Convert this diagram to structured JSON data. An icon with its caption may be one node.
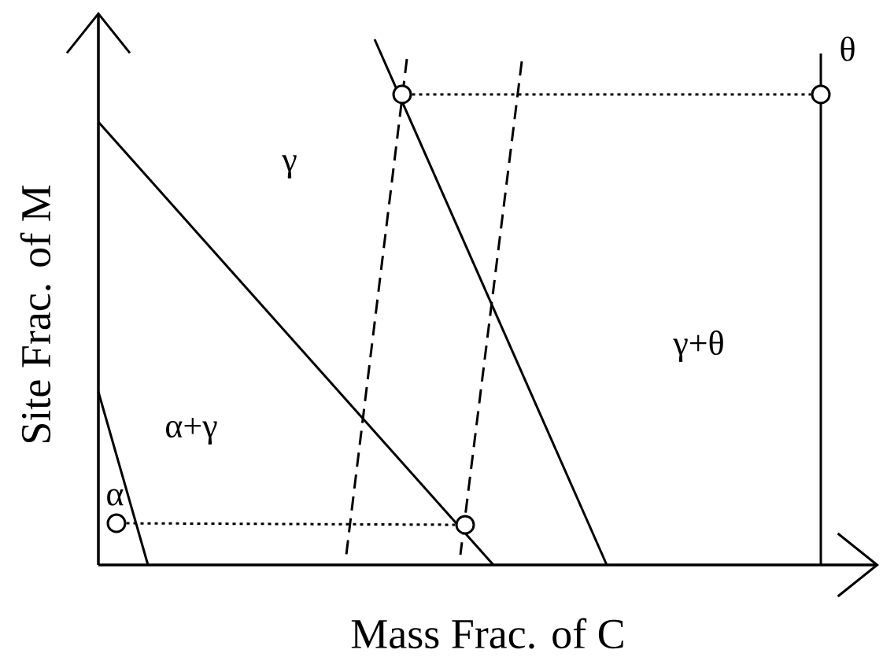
{
  "diagram": {
    "nodes": [
      {
        "text": [],
        "shape": "circle",
        "beside": [
          "α"
        ]
      },
      {
        "text": [],
        "shape": "circle"
      },
      {
        "text": [],
        "shape": "circle"
      },
      {
        "text": [],
        "shape": "circle",
        "beside": [
          "θ"
        ]
      }
    ],
    "edges": [
      {
        "from": 0,
        "to": 1,
        "arrow": "none",
        "style": "dashed"
      },
      {
        "from": 2,
        "to": 3,
        "arrow": "none",
        "style": "dashed"
      }
    ],
    "labels": [
      "γ",
      "γ+θ",
      "α+γ",
      "Site Frac. of M",
      "Mass Frac. of C"
    ]
  }
}
